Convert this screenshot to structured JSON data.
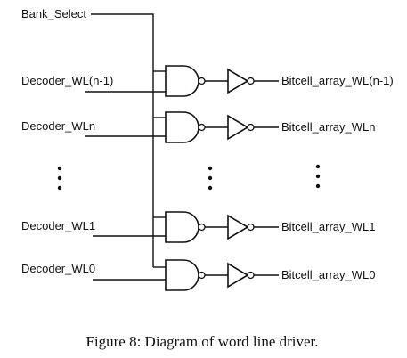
{
  "diagram": {
    "bank_select": "Bank_Select",
    "rows": [
      {
        "input": "Decoder_WL(n-1)",
        "output": "Bitcell_array_WL(n-1)"
      },
      {
        "input": "Decoder_WLn",
        "output": "Bitcell_array_WLn"
      },
      {
        "input": "Decoder_WL1",
        "output": "Bitcell_array_WL1"
      },
      {
        "input": "Decoder_WL0",
        "output": "Bitcell_array_WL0"
      }
    ],
    "gate_types": [
      "nand-gate",
      "inverter"
    ],
    "caption": "Figure 8: Diagram of word line driver."
  }
}
